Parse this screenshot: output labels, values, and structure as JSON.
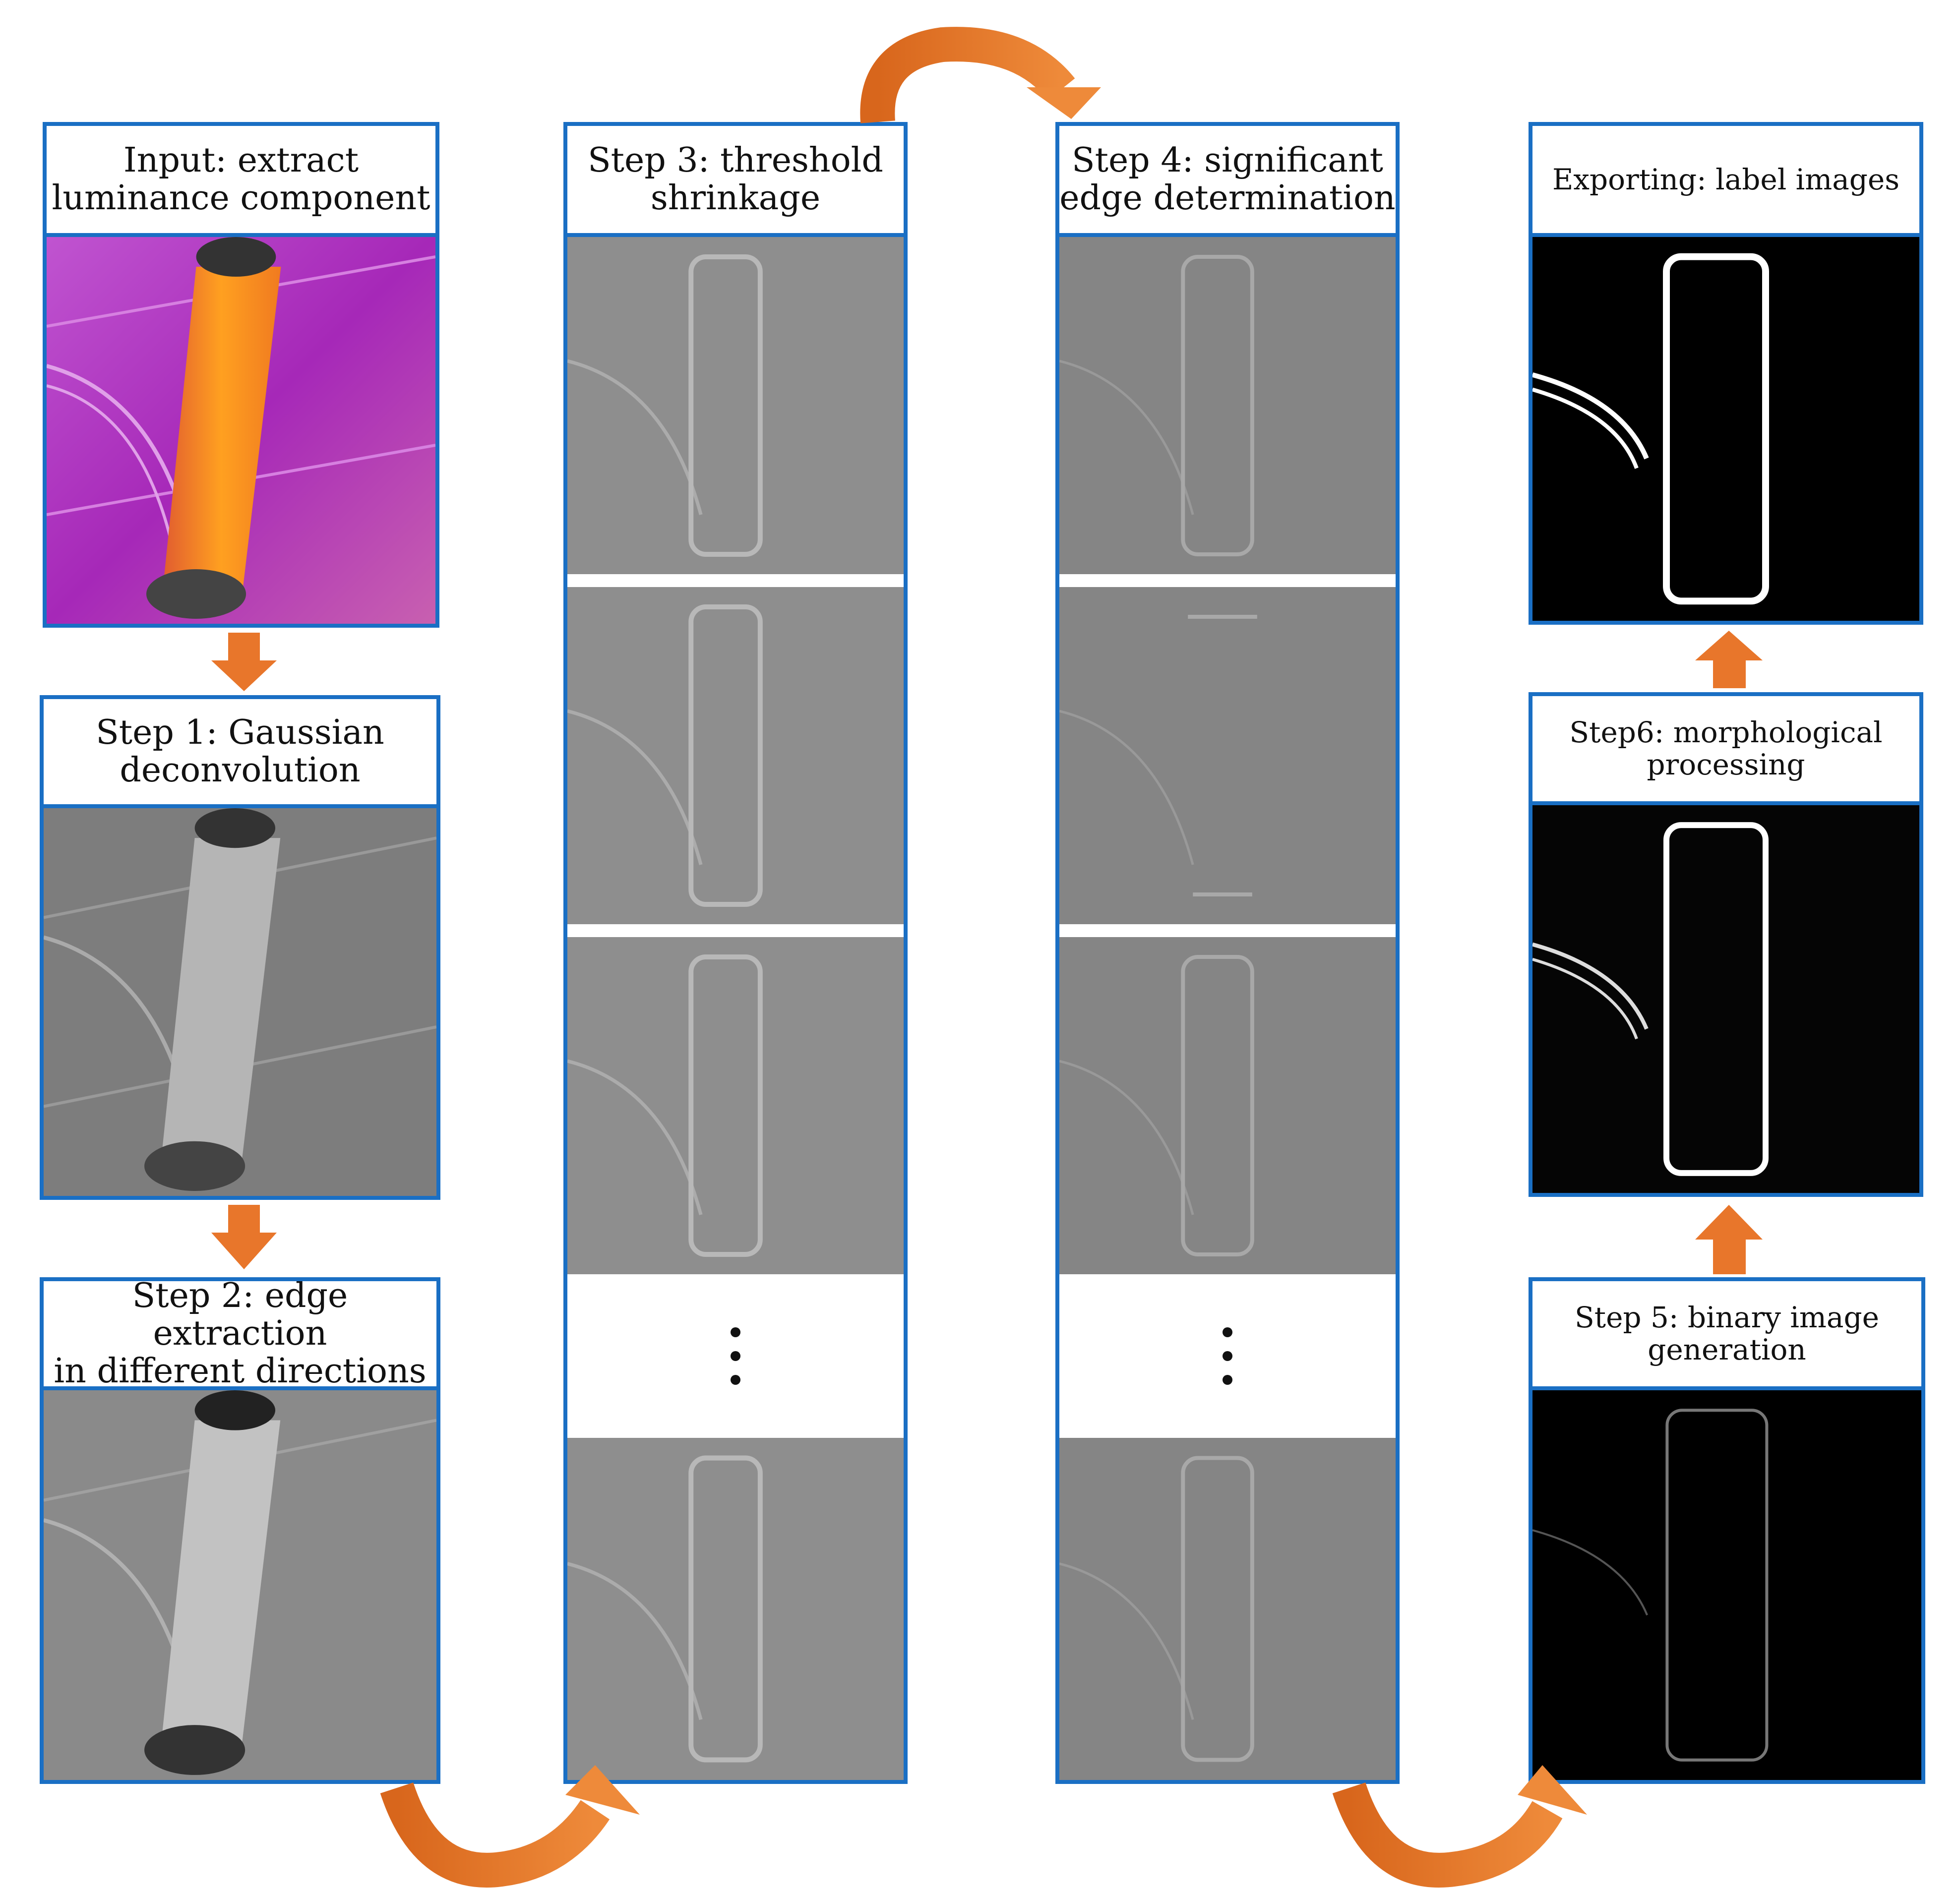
{
  "panels": {
    "input": {
      "title": "Input: extract\nluminance component"
    },
    "step1": {
      "title": "Step 1: Gaussian\ndeconvolution"
    },
    "step2": {
      "title": "Step 2: edge extraction\nin different directions"
    },
    "step3": {
      "title": "Step 3: threshold\nshrinkage"
    },
    "step4": {
      "title": "Step 4: significant\nedge determination"
    },
    "export": {
      "title": "Exporting: label images"
    },
    "step6": {
      "title": "Step6: morphological\nprocessing"
    },
    "step5": {
      "title": "Step 5: binary image\ngeneration"
    }
  },
  "colors": {
    "panel_border": "#1a6fc4",
    "arrow": "#e8762b",
    "gray_bg": "#8a8a8a",
    "thermal_bg": "#b43cc8",
    "thermal_hot": "#f08a1c"
  }
}
